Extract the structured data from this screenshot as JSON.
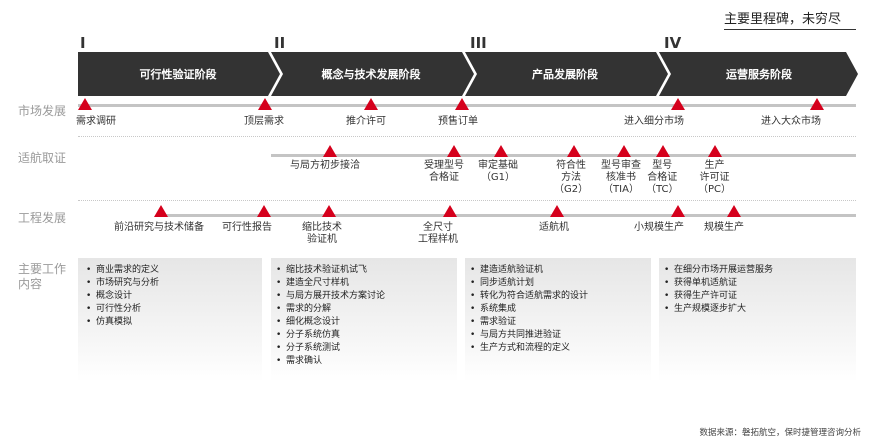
{
  "header": {
    "title": "主要里程碑，未穷尽"
  },
  "phases": [
    {
      "numeral": "I",
      "label": "可行性验证阶段"
    },
    {
      "numeral": "II",
      "label": "概念与技术发展阶段"
    },
    {
      "numeral": "III",
      "label": "产品发展阶段"
    },
    {
      "numeral": "IV",
      "label": "运营服务阶段"
    }
  ],
  "colors": {
    "phase_band": "#333333",
    "milestone": "#d5001c",
    "track": "#c4c4c4",
    "row_label": "#9a9a9a"
  },
  "rows": {
    "market": {
      "label": "市场发展",
      "milestones": [
        "需求调研",
        "顶层需求",
        "推介许可",
        "预售订单",
        "进入细分市场",
        "进入大众市场"
      ]
    },
    "certification": {
      "label": "适航取证",
      "milestones": [
        "与局方初步接洽",
        "受理型号\n合格证",
        "审定基础\n（G1）",
        "符合性\n方法\n（G2）",
        "型号审查\n核准书\n（TIA）",
        "型号\n合格证\n（TC）",
        "生产\n许可证\n（PC）"
      ]
    },
    "engineering": {
      "label": "工程发展",
      "milestones": [
        "前沿研究与技术储备",
        "可行性报告",
        "缩比技术\n验证机",
        "全尺寸\n工程样机",
        "适航机",
        "小规模生产",
        "规模生产"
      ]
    },
    "work": {
      "label": "主要工作\n内容",
      "columns": [
        [
          "商业需求的定义",
          "市场研究与分析",
          "概念设计",
          "可行性分析",
          "仿真模拟"
        ],
        [
          "缩比技术验证机试飞",
          "建造全尺寸样机",
          "与局方展开技术方案讨论",
          "需求的分解",
          "细化概念设计",
          "分子系统仿真",
          "分子系统测试",
          "需求确认"
        ],
        [
          "建造适航验证机",
          "同步适航计划",
          "转化为符合适航需求的设计",
          "系统集成",
          "需求验证",
          "与局方共同推进验证",
          "生产方式和流程的定义"
        ],
        [
          "在细分市场开展运营服务",
          "获得单机适航证",
          "获得生产许可证",
          "生产规模逐步扩大"
        ]
      ]
    }
  },
  "source": "数据来源：磐拓航空，保时捷管理咨询分析"
}
